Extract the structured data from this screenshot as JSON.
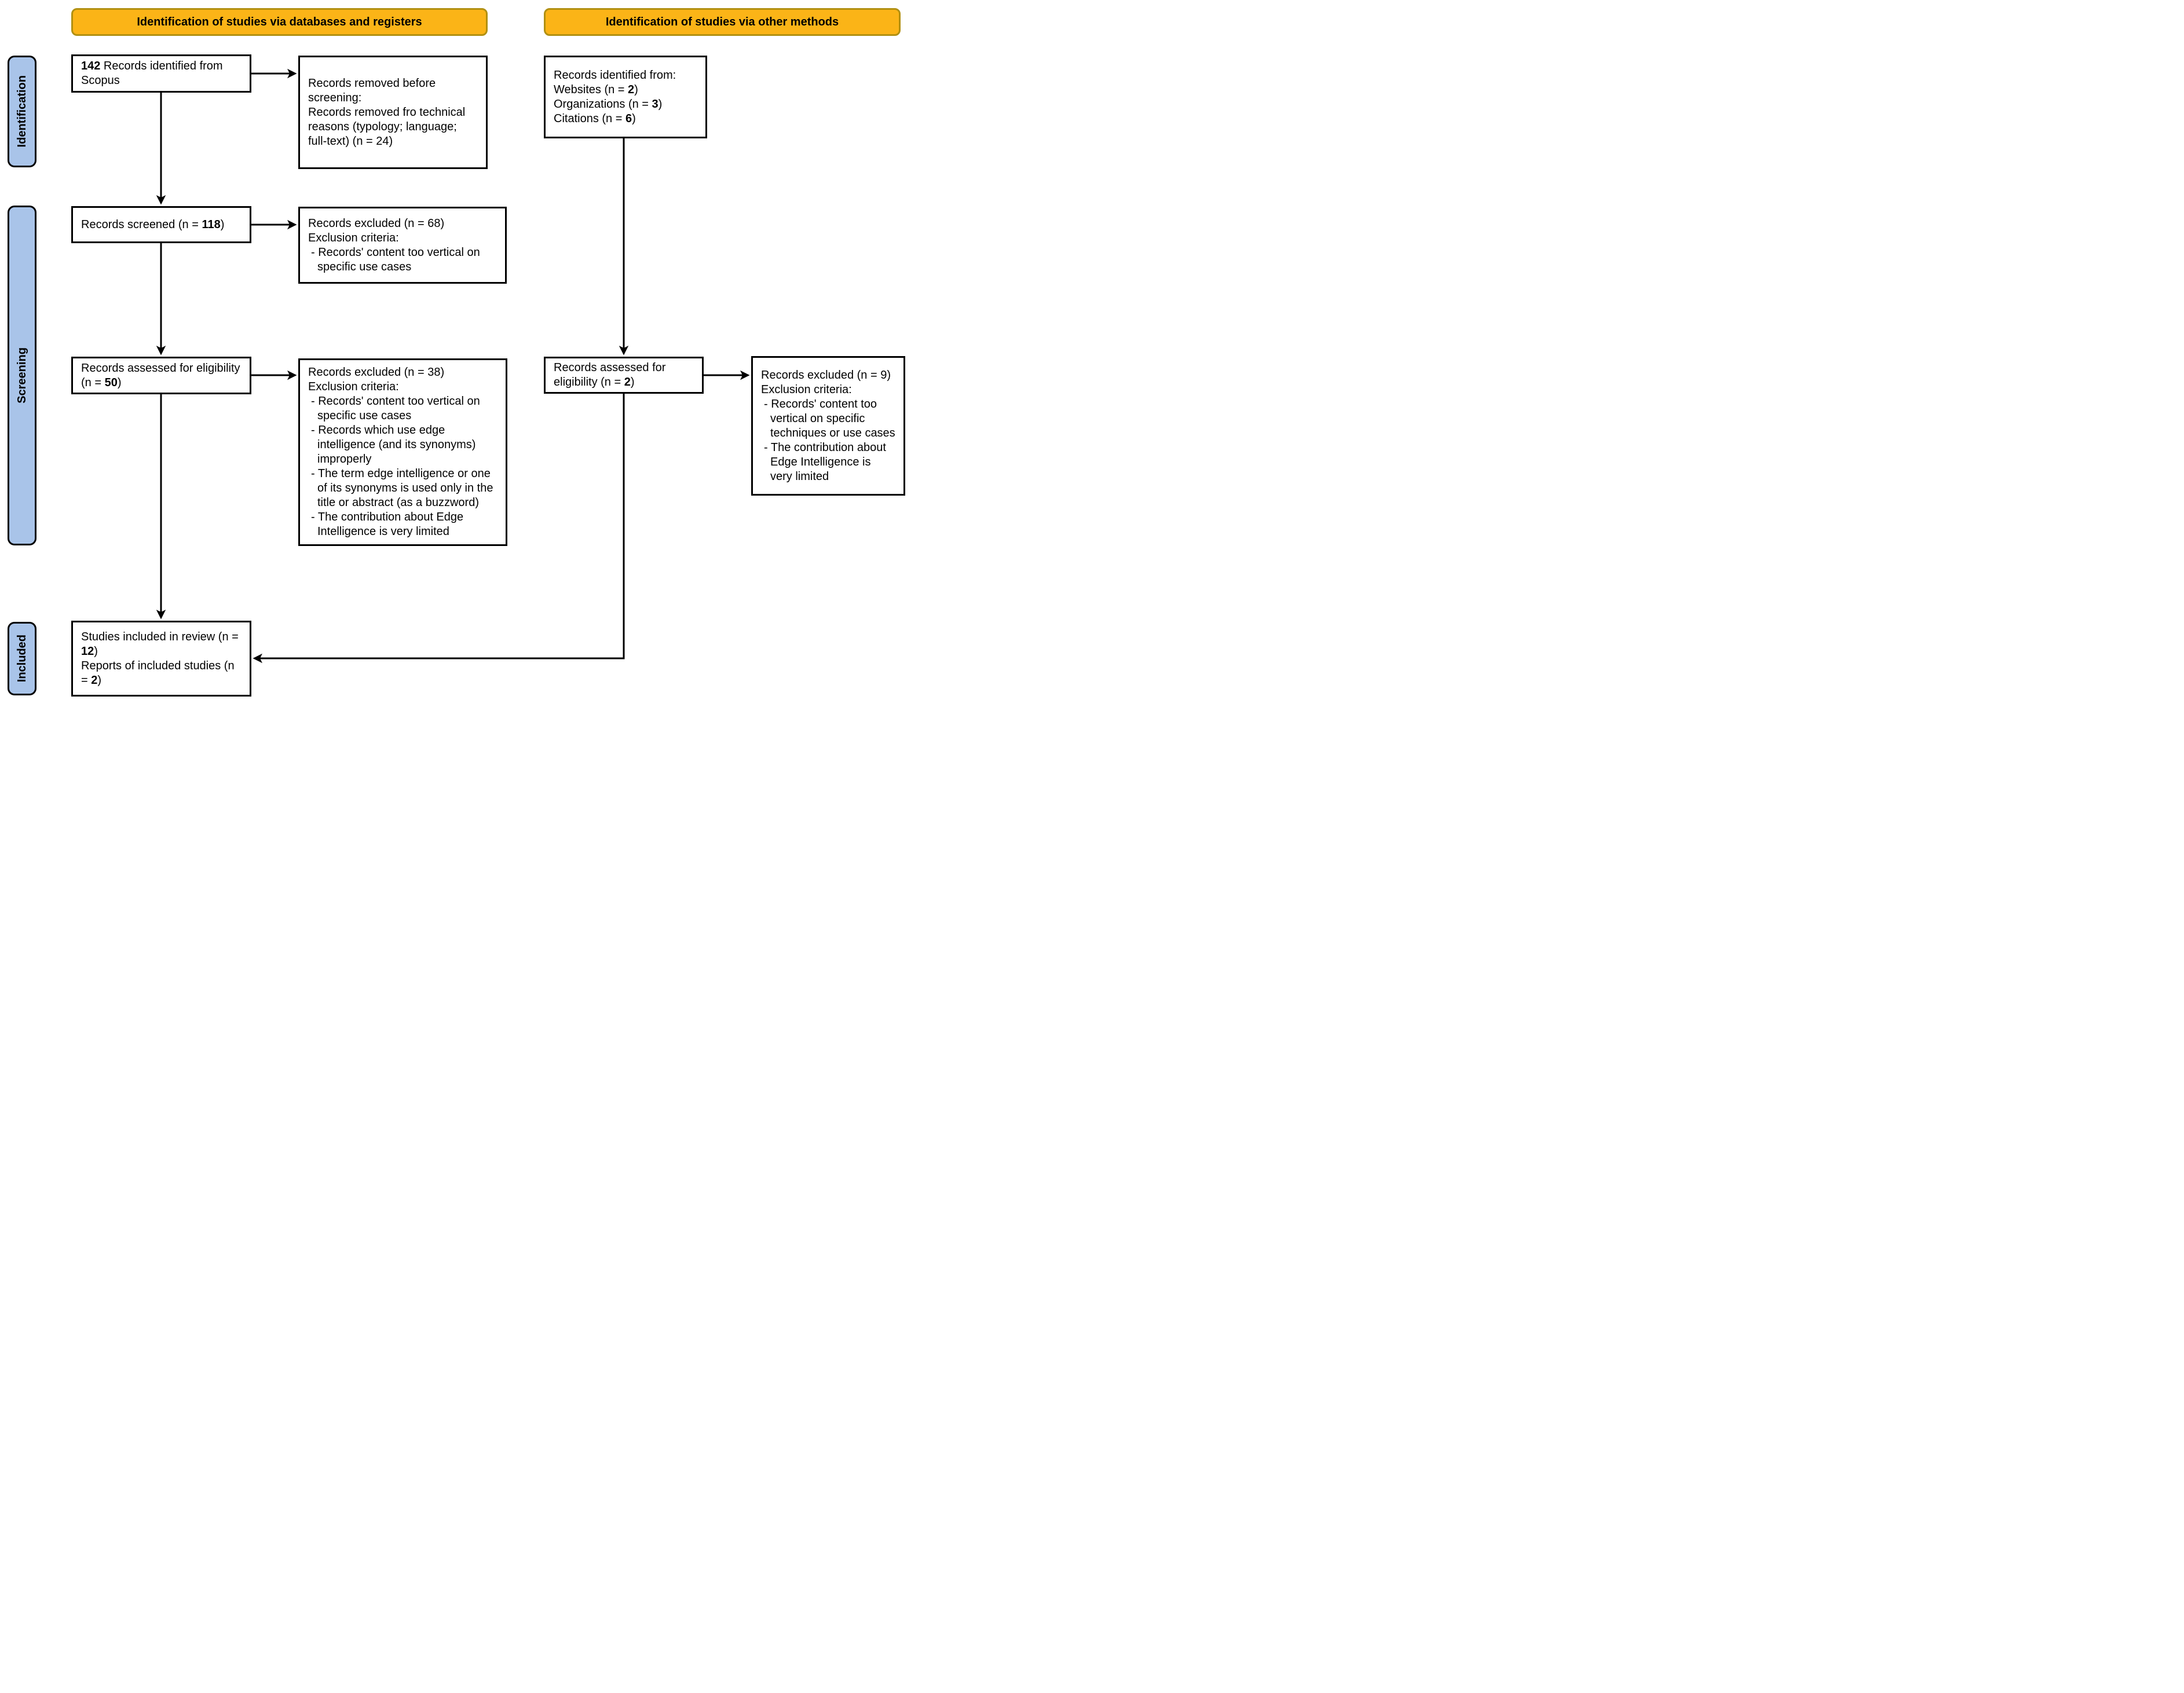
{
  "colors": {
    "header_fill": "#FBB417",
    "header_border": "#B19012",
    "stage_fill": "#A9C4E9",
    "box_border": "#000000"
  },
  "headers": {
    "left": "Identification of studies via databases and registers",
    "right": "Identification of studies via other methods"
  },
  "stages": {
    "identification": "Identification",
    "screening": "Screening",
    "included": "Included"
  },
  "boxes": {
    "identified": {
      "bold": "142",
      "rest": " Records identified from Scopus"
    },
    "removed": {
      "title": "Records removed before screening:",
      "detail": "Records removed fro technical reasons (typology; language; full-text) (n = 24)"
    },
    "screened": {
      "pre": "Records screened (n = ",
      "n": "118",
      "post": ")"
    },
    "excluded68": {
      "title": "Records excluded (n = 68)",
      "label": "Exclusion criteria:",
      "bullets": [
        "- Records' content too vertical on specific use cases"
      ]
    },
    "assessed50": {
      "pre": "Records assessed for eligibility (n = ",
      "n": "50",
      "post": ")"
    },
    "excluded38": {
      "title": "Records excluded (n = 38)",
      "label": "Exclusion criteria:",
      "bullets": [
        "- Records' content too vertical on specific use cases",
        "- Records which use edge intelligence (and its synonyms) improperly",
        "- The term edge intelligence or one of its synonyms is used only in the title or abstract (as a buzzword)",
        "- The contribution about Edge Intelligence is very limited"
      ]
    },
    "otherIdentified": {
      "title": "Records identified from:",
      "items": [
        {
          "pre": "Websites (n = ",
          "n": "2",
          "post": ")"
        },
        {
          "pre": "Organizations (n = ",
          "n": "3",
          "post": ")"
        },
        {
          "pre": "Citations (n = ",
          "n": "6",
          "post": ")"
        }
      ]
    },
    "assessed2": {
      "pre": "Records assessed for eligibility (n = ",
      "n": "2",
      "post": ")"
    },
    "excluded9": {
      "title": "Records excluded (n = 9)",
      "label": "Exclusion criteria:",
      "bullets": [
        "- Records' content too vertical on specific techniques or use cases",
        "- The contribution about Edge Intelligence is very limited"
      ]
    },
    "included": {
      "line1_pre": "Studies included in review (n = ",
      "line1_n": "12",
      "line1_post": ")",
      "line2_pre": "Reports of included studies (n = ",
      "line2_n": "2",
      "line2_post": ")"
    }
  }
}
